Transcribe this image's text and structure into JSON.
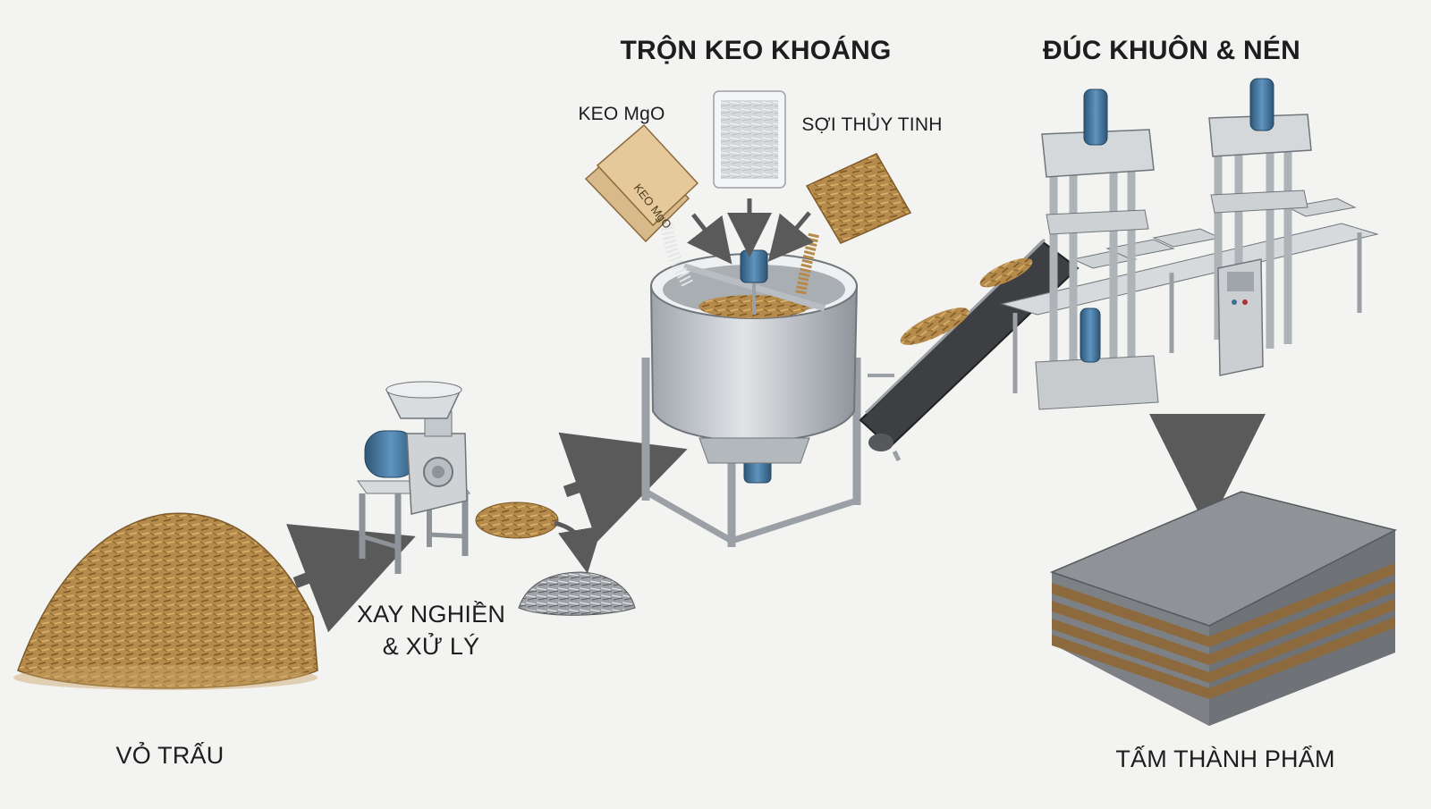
{
  "steps": {
    "husk": {
      "label": "VỎ TRẤU"
    },
    "grind": {
      "line1": "XAY NGHIỀN",
      "line2": "& XỬ LÝ"
    },
    "mix": {
      "label": "TRỘN KEO KHOÁNG"
    },
    "press": {
      "label": "ĐÚC KHUÔN & NÉN"
    },
    "product": {
      "label": "TẤM THÀNH PHẨM"
    }
  },
  "ingredients": {
    "mgo": {
      "label": "KEO MgO",
      "bag_text": "KEO MgO"
    },
    "glass": {
      "label": "SỢI THỦY TINH"
    }
  },
  "colors": {
    "background": "#f3f3f1",
    "husk": "#b58a4a",
    "husk_dark": "#7d5a28",
    "steel": "#c9cdd1",
    "steel_dark": "#8d9398",
    "motor_blue": "#3f6e96",
    "arrow": "#5a5a5a",
    "board_top": "#8f9296",
    "board_core": "#8c6a3d"
  }
}
